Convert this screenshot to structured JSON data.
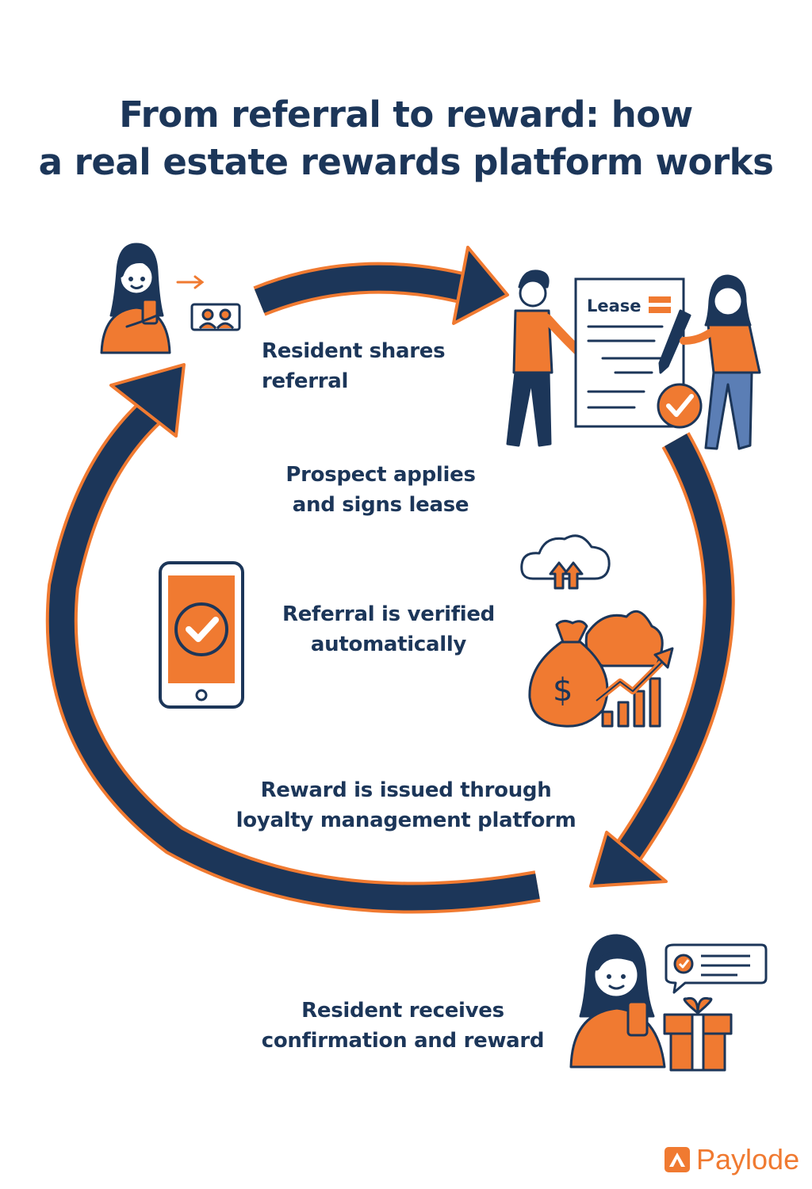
{
  "title": {
    "line1": "From referral to reward: how",
    "line2": "a real estate rewards platform works"
  },
  "steps": [
    {
      "line1": "Resident shares",
      "line2": "referral"
    },
    {
      "line1": "Prospect applies",
      "line2": "and signs lease"
    },
    {
      "line1": "Referral is verified",
      "line2": "automatically"
    },
    {
      "line1": "Reward is issued through",
      "line2": "loyalty management platform"
    },
    {
      "line1": "Resident receives",
      "line2": "confirmation and reward"
    }
  ],
  "lease_doc": {
    "label": "Lease"
  },
  "brand": {
    "name": "Paylode"
  },
  "colors": {
    "navy": "#1c3659",
    "orange": "#f07a31",
    "white": "#ffffff"
  },
  "icons": [
    "person-phone-icon",
    "arrow-right-icon",
    "contact-card-icon",
    "handshake-icon",
    "lease-document-icon",
    "pen-icon",
    "check-badge-icon",
    "smartphone-check-icon",
    "cloud-upload-icon",
    "money-bag-icon",
    "growth-chart-icon",
    "chat-bubble-check-icon",
    "gift-box-icon",
    "paylode-logo-icon"
  ]
}
